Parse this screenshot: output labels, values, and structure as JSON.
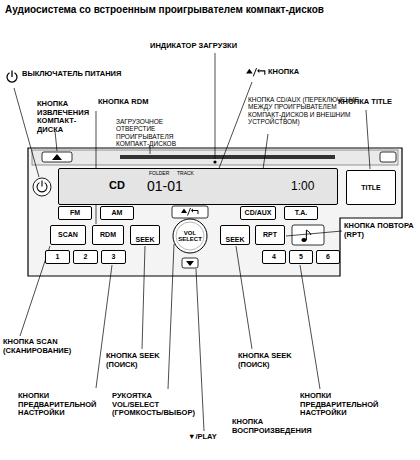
{
  "diagram": {
    "title": "Аудиосистема со встроенным проигрывателем компакт-дисков",
    "nodes": [
      {
        "text": [
          "FOLDER",
          "TRACK",
          "CD",
          "01-01",
          "1:00"
        ]
      },
      {
        "text": [
          "TITLE"
        ]
      },
      {
        "text": [
          "FM"
        ]
      },
      {
        "text": [
          "AM"
        ]
      },
      {
        "text": [
          "CD/AUX"
        ]
      },
      {
        "text": [
          "T.A."
        ]
      },
      {
        "text": [
          "SCAN"
        ]
      },
      {
        "text": [
          "RDM"
        ]
      },
      {
        "text": [
          "SEEK"
        ]
      },
      {
        "text": [
          "VOL",
          "SELECT"
        ]
      },
      {
        "text": [
          "SEEK"
        ]
      },
      {
        "text": [
          "RPT"
        ]
      },
      {
        "text": [
          "1"
        ]
      },
      {
        "text": [
          "2"
        ]
      },
      {
        "text": [
          "3"
        ]
      },
      {
        "text": [
          "4"
        ]
      },
      {
        "text": [
          "5"
        ]
      },
      {
        "text": [
          "6"
        ]
      }
    ],
    "labels": [
      "ВЫКЛЮЧАТЕЛЬ ПИТАНИЯ",
      "КНОПКА RDM",
      "ИНДИКАТОР ЗАГРУЗКИ",
      "КНОПКА",
      "КНОПКА ИЗВЛЕЧЕНИЯ КОМПАКТ-ДИСКА",
      "ЗАГРУЗОЧНОЕ ОТВЕРСТИЕ ПРОИГРЫВАТЕЛЯ КОМПАКТ-ДИСКОВ",
      "КНОПКА CD/AUX (ПЕРЕКЛЮЧЕНИЕ МЕЖДУ ПРОИГРЫВАТЕЛЕМ КОМПАКТ-ДИСКОВ И ВНЕШНИМ УСТРОЙСТВОМ)",
      "КНОПКА TITLE",
      "КНОПКА ПОВТОРА (RPT)",
      "КНОПКА SCAN (СКАНИРОВАНИЕ)",
      "КНОПКА SEEK (ПОИСК)",
      "КНОПКА SEEK (ПОИСК)",
      "КНОПКИ ПРЕДВАРИТЕЛЬНОЙ НАСТРОЙКИ",
      "КНОПКИ ПРЕДВАРИТЕЛЬНОЙ НАСТРОЙКИ",
      "РУКОЯТКА VOL/SELECT (ГРОМКОСТЬ/ВЫБОР)",
      "▼/PLAY",
      "КНОПКА ВОСПРОИЗВЕДЕНИЯ"
    ]
  }
}
